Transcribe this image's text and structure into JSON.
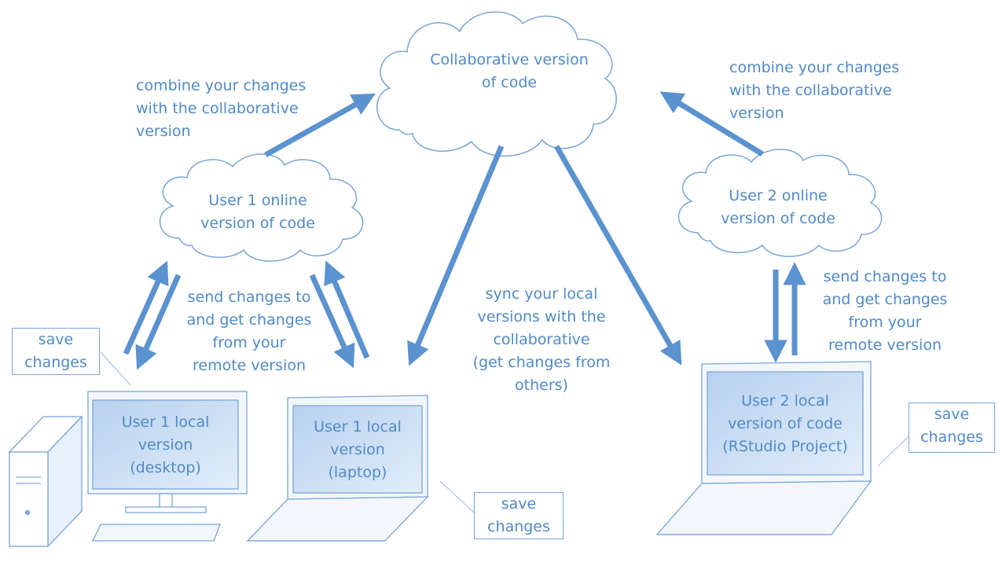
{
  "colors": {
    "primary": "#4f8ac9",
    "outline": "#79a6d6",
    "fill_light": "#e8f1fb",
    "fill_screen": "#c6dcf3"
  },
  "clouds": {
    "collab": "Collaborative version\nof code",
    "user1_online": "User 1 online\nversion of code",
    "user2_online": "User 2 online\nversion of code"
  },
  "labels": {
    "combine_left": "combine your changes\nwith the collaborative\nversion",
    "combine_right": "combine your changes\nwith the collaborative\nversion",
    "send_left": "send changes to\nand get changes\nfrom your\nremote version",
    "send_right": "send changes to\nand get changes\nfrom your\nremote version",
    "sync": "sync your local\nversions with the\ncollaborative\n(get changes from\nothers)"
  },
  "screens": {
    "desktop": "User 1 local\nversion\n(desktop)",
    "laptop1": "User 1 local\nversion\n(laptop)",
    "laptop2": "User 2 local\nversion of code\n(RStudio Project)"
  },
  "save_boxes": {
    "desktop": "save\nchanges",
    "laptop1": "save\nchanges",
    "laptop2": "save\nchanges"
  },
  "icons": [
    "cloud-icon",
    "desktop-computer-icon",
    "laptop-icon",
    "arrow-icon"
  ]
}
